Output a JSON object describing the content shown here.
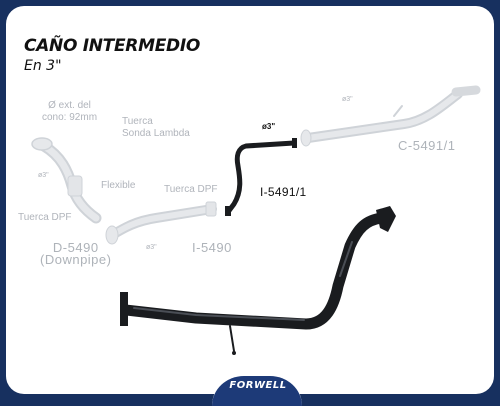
{
  "header": {
    "title": "CAÑO INTERMEDIO",
    "subtitle": "En 3\""
  },
  "labels": {
    "ext_diameter": "Ø ext. del\ncono: 92mm",
    "tuerca_sonda": "Tuerca\nSonda Lambda",
    "diam_3_left": "ø3\"",
    "flexible": "Flexible",
    "tuerca_dpf_left": "Tuerca DPF",
    "tuerca_dpf_mid": "Tuerca DPF",
    "diam_3_mid": "ø3\"",
    "diam_3_top": "ø3\"",
    "diam_3_right": "ø3\"",
    "part_d5490": "D-5490\n(Downpipe)",
    "part_i5490": "I-5490",
    "part_i5491": "I-5491/1",
    "part_c5491": "C-5491/1"
  },
  "brand": {
    "name": "FORWELL"
  },
  "colors": {
    "frame": "#17305f",
    "faded_part": "#dde0e4",
    "highlight_part": "#1a1c1f",
    "badge": "#1d3a78"
  }
}
